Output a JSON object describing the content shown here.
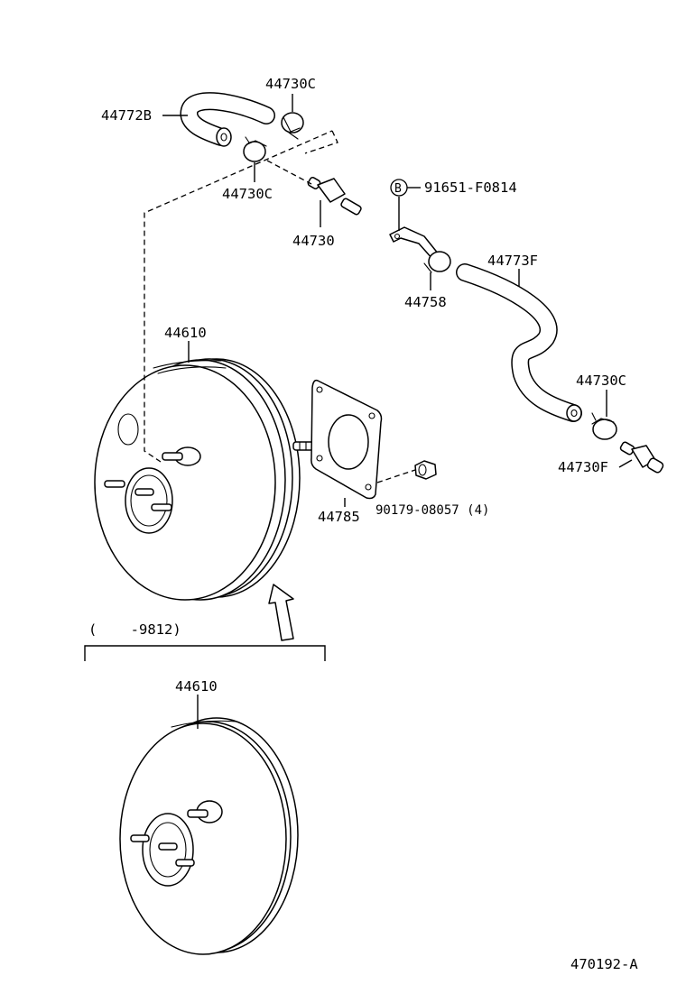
{
  "diagram_code": "470192-A",
  "date_range": "(    -9812)",
  "parts": [
    {
      "id": "p-44772b",
      "label": "44772B"
    },
    {
      "id": "p-44730c-top",
      "label": "44730C"
    },
    {
      "id": "p-44730c-mid",
      "label": "44730C"
    },
    {
      "id": "p-44730",
      "label": "44730"
    },
    {
      "id": "p-b-ref",
      "label": "B"
    },
    {
      "id": "p-91651",
      "label": "91651-F0814"
    },
    {
      "id": "p-44758",
      "label": "44758"
    },
    {
      "id": "p-44773f",
      "label": "44773F"
    },
    {
      "id": "p-44610-upper",
      "label": "44610"
    },
    {
      "id": "p-44730c-right",
      "label": "44730C"
    },
    {
      "id": "p-44730f",
      "label": "44730F"
    },
    {
      "id": "p-44785",
      "label": "44785"
    },
    {
      "id": "p-90179",
      "label": "90179-08057 (4)"
    },
    {
      "id": "p-44610-lower",
      "label": "44610"
    }
  ]
}
